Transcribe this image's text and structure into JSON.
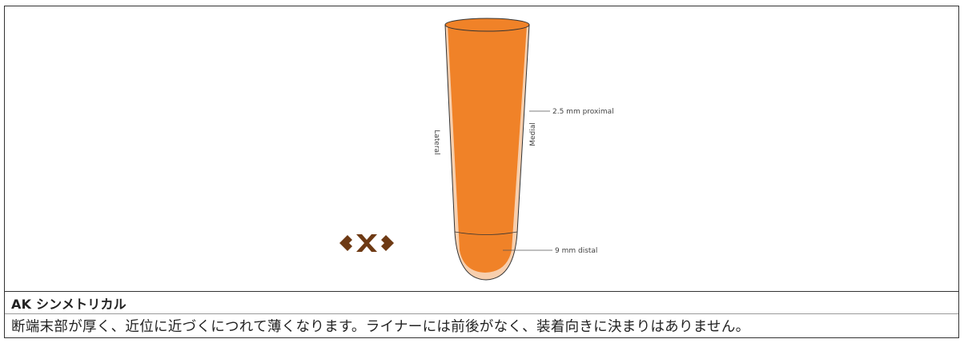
{
  "figure": {
    "labels": {
      "lateral": "Lateral",
      "medial": "Medial",
      "proximal": "2.5 mm proximal",
      "distal": "9 mm distal"
    },
    "colors": {
      "inner": "#f08228",
      "outer": "#f7cfae",
      "outline": "#333333",
      "logo": "#6e3a14"
    },
    "logo_icon": "brand-logo-icon"
  },
  "caption": {
    "title": "AK シンメトリカル",
    "description": "断端末部が厚く、近位に近づくにつれて薄くなります。ライナーには前後がなく、装着向きに決まりはありません。"
  }
}
